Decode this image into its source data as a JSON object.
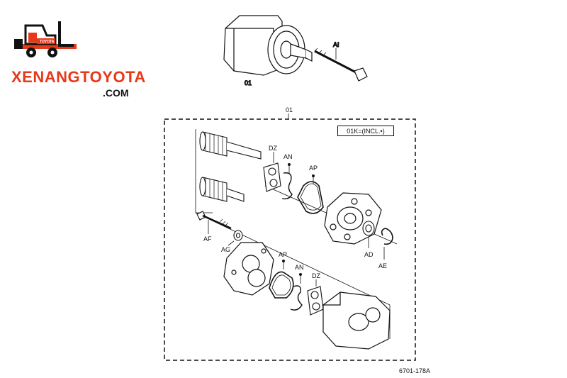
{
  "logo": {
    "brand": "XENANGTOYOTA",
    "suffix": ".COM",
    "badge": "TOYOTA",
    "brand_color": "#e8381a"
  },
  "diagram": {
    "assembly_label": "01",
    "group_label": "01",
    "kit_note": "01K=(INCL.•)",
    "part_labels": {
      "bolt": "AI",
      "dz_top": "DZ",
      "an_top": "AN",
      "ap_top": "AP",
      "af": "AF",
      "ag": "AG",
      "ad": "AD",
      "ae": "AE",
      "ap_bottom": "AP",
      "an_bottom": "AN",
      "dz_bottom": "DZ"
    },
    "figure_ref": "6701-178A"
  }
}
